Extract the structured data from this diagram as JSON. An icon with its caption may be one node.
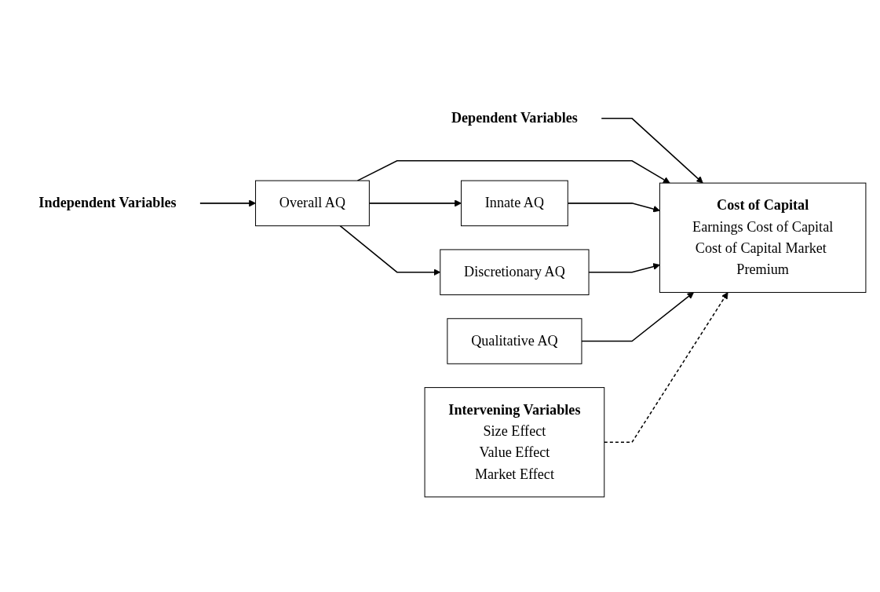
{
  "diagram": {
    "nodes": [
      {
        "text": [
          "Independent Variables"
        ]
      },
      {
        "text": [
          "Overall AQ"
        ]
      },
      {
        "text": [
          "Innate AQ"
        ]
      },
      {
        "text": [
          "Discretionary AQ"
        ]
      },
      {
        "text": [
          "Qualitative AQ"
        ]
      },
      {
        "text": [
          "Dependent Variables"
        ]
      },
      {
        "text": [
          "Cost of Capital",
          "Earnings Cost of Capital",
          "Cost of Capital Market Premium"
        ]
      },
      {
        "text": [
          "Intervening Variables",
          "Size Effect",
          "Value Effect",
          "Market Effect"
        ]
      }
    ],
    "edges": [
      {
        "from": 0,
        "to": 1,
        "arrow": "to"
      },
      {
        "from": 5,
        "to": 6,
        "arrow": "to"
      },
      {
        "from": 1,
        "to": 2,
        "arrow": "to"
      },
      {
        "from": 1,
        "to": 3,
        "arrow": "to"
      },
      {
        "from": 1,
        "to": 6,
        "arrow": "to"
      },
      {
        "from": 2,
        "to": 6,
        "arrow": "to"
      },
      {
        "from": 3,
        "to": 6,
        "arrow": "to"
      },
      {
        "from": 4,
        "to": 6,
        "arrow": "to"
      },
      {
        "from": 7,
        "to": 6,
        "arrow": "to",
        "style": "dashed"
      }
    ]
  }
}
